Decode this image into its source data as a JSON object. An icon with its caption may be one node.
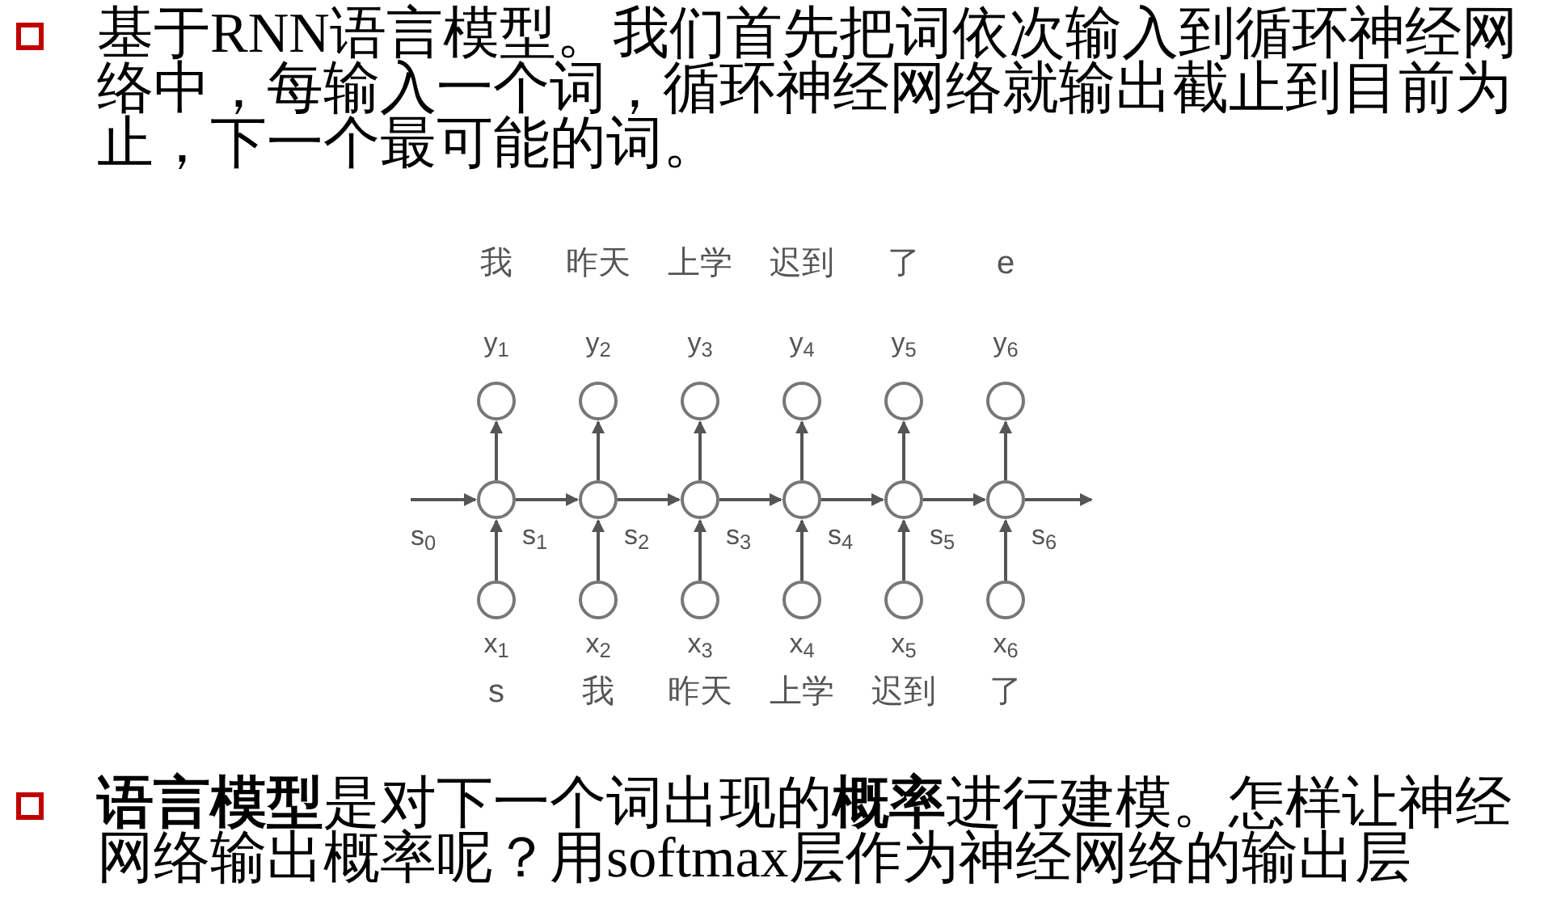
{
  "diagram": {
    "nodes": [
      {
        "text": [],
        "shape": "circle",
        "beside": [
          "我",
          "y$_{1}$"
        ]
      },
      {
        "text": [],
        "shape": "circle",
        "beside": [
          "昨天",
          "y$_{2}$"
        ]
      },
      {
        "text": [],
        "shape": "circle",
        "beside": [
          "上学",
          "y$_{3}$"
        ]
      },
      {
        "text": [],
        "shape": "circle",
        "beside": [
          "迟到",
          "y$_{4}$"
        ]
      },
      {
        "text": [],
        "shape": "circle",
        "beside": [
          "了",
          "y$_{5}$"
        ]
      },
      {
        "text": [],
        "shape": "circle",
        "beside": [
          "e",
          "y$_{6}$"
        ]
      },
      {
        "text": [],
        "shape": "circle",
        "beside": [
          "s$_{1}$"
        ]
      },
      {
        "text": [],
        "shape": "circle",
        "beside": [
          "s$_{2}$"
        ]
      },
      {
        "text": [],
        "shape": "circle",
        "beside": [
          "s$_{3}$"
        ]
      },
      {
        "text": [],
        "shape": "circle",
        "beside": [
          "s$_{4}$"
        ]
      },
      {
        "text": [],
        "shape": "circle",
        "beside": [
          "s$_{5}$"
        ]
      },
      {
        "text": [],
        "shape": "circle",
        "beside": [
          "s$_{6}$"
        ]
      },
      {
        "text": [],
        "shape": "circle",
        "beside": [
          "x$_{1}$",
          "s"
        ]
      },
      {
        "text": [],
        "shape": "circle",
        "beside": [
          "x$_{2}$",
          "我"
        ]
      },
      {
        "text": [],
        "shape": "circle",
        "beside": [
          "x$_{3}$",
          "昨天"
        ]
      },
      {
        "text": [],
        "shape": "circle",
        "beside": [
          "x$_{4}$",
          "上学"
        ]
      },
      {
        "text": [],
        "shape": "circle",
        "beside": [
          "x$_{5}$",
          "迟到"
        ]
      },
      {
        "text": [],
        "shape": "circle",
        "beside": [
          "x$_{6}$",
          "了"
        ]
      }
    ],
    "edges": [
      {
        "from": null,
        "to": 6,
        "arrow": "to"
      },
      {
        "from": 6,
        "to": 7,
        "arrow": "to"
      },
      {
        "from": 7,
        "to": 8,
        "arrow": "to"
      },
      {
        "from": 8,
        "to": 9,
        "arrow": "to"
      },
      {
        "from": 9,
        "to": 10,
        "arrow": "to"
      },
      {
        "from": 10,
        "to": 11,
        "arrow": "to"
      },
      {
        "from": 11,
        "to": null,
        "arrow": "to"
      },
      {
        "from": 12,
        "to": 6,
        "arrow": "to"
      },
      {
        "from": 13,
        "to": 7,
        "arrow": "to"
      },
      {
        "from": 14,
        "to": 8,
        "arrow": "to"
      },
      {
        "from": 15,
        "to": 9,
        "arrow": "to"
      },
      {
        "from": 16,
        "to": 10,
        "arrow": "to"
      },
      {
        "from": 17,
        "to": 11,
        "arrow": "to"
      },
      {
        "from": 6,
        "to": 0,
        "arrow": "to"
      },
      {
        "from": 7,
        "to": 1,
        "arrow": "to"
      },
      {
        "from": 8,
        "to": 2,
        "arrow": "to"
      },
      {
        "from": 9,
        "to": 3,
        "arrow": "to"
      },
      {
        "from": 10,
        "to": 4,
        "arrow": "to"
      },
      {
        "from": 11,
        "to": 5,
        "arrow": "to"
      }
    ],
    "labels": [
      "基于RNN语言模型。我们首先把词依次输入到循环神经网络中，每输入一个词，循环神经网络就输出截止到目前为止，下一个最可能的词。",
      "s$_{0}$",
      "**语言模型**是对下一个词出现的**概率**进行建模。怎样让神经网络输出概率呢？用softmax层作为神经网络的输出层"
    ]
  }
}
